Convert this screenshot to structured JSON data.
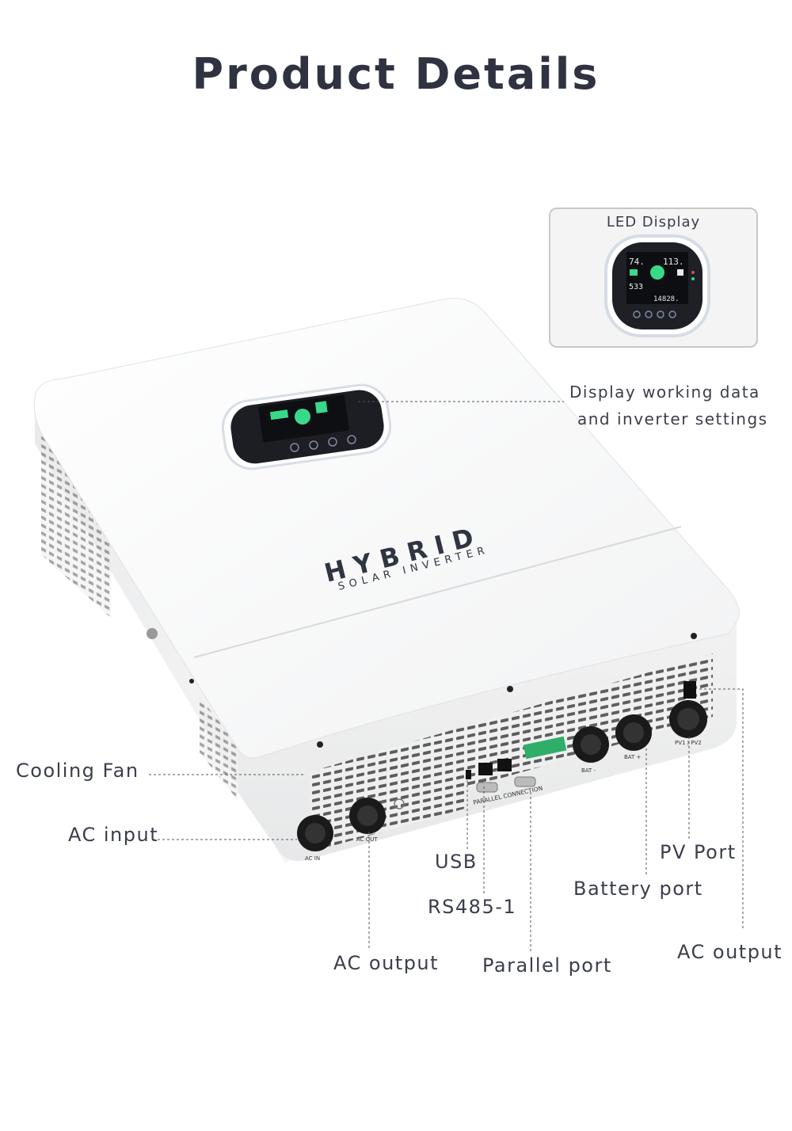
{
  "title": "Product Details",
  "inset": {
    "title": "LED Display"
  },
  "device": {
    "brand_line1": "HYBRID",
    "brand_line2": "SOLAR INVERTER",
    "port_labels": {
      "ac_in": "AC IN",
      "ac_out": "AC OUT",
      "bat_minus": "BAT -",
      "bat_plus": "BAT +",
      "pv": "PV1 | PV2",
      "parallel": "PARALLEL CONNECTION"
    },
    "lcd": {
      "top_left": "74.",
      "top_right": "113.",
      "mid_left": "533",
      "bottom": "14828."
    }
  },
  "callouts": {
    "display_desc_1": "Display working data",
    "display_desc_2": "and inverter settings",
    "cooling_fan": "Cooling Fan",
    "ac_input": "AC input",
    "usb": "USB",
    "rs485": "RS485-1",
    "ac_output_left": "AC output",
    "parallel_port": "Parallel port",
    "battery_port": "Battery port",
    "pv_port": "PV Port",
    "ac_output_right": "AC output"
  }
}
